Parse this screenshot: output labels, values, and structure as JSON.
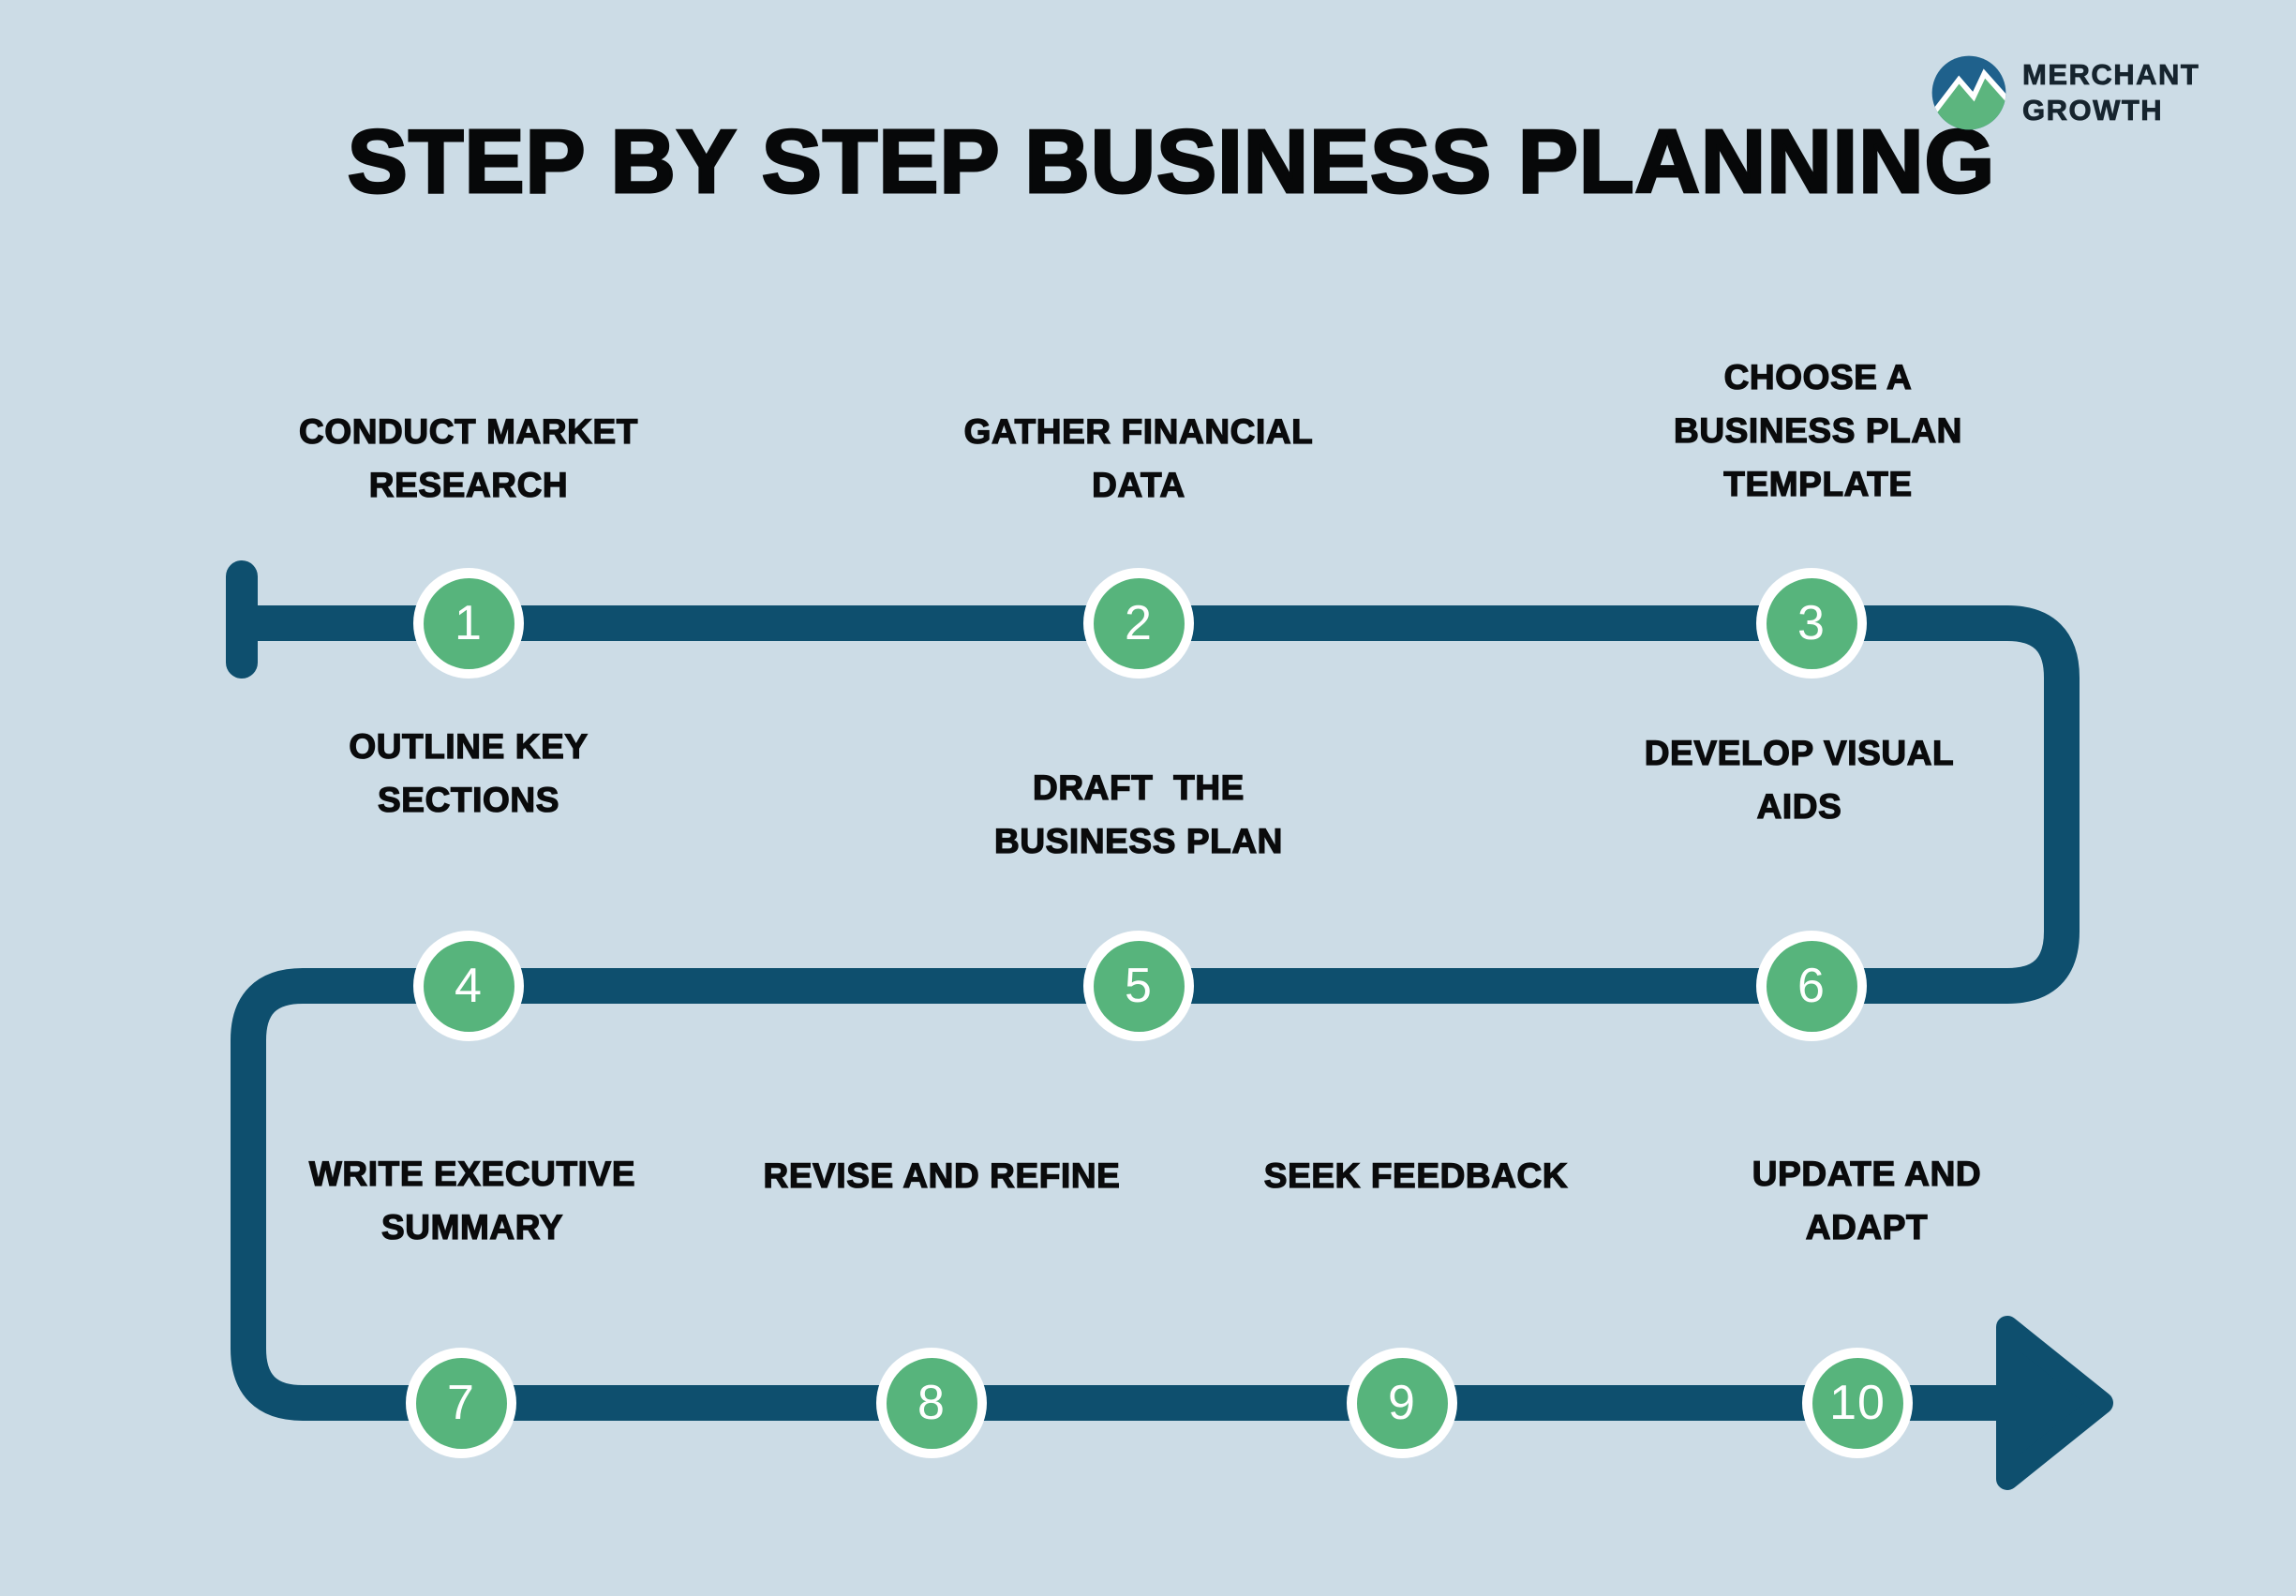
{
  "title": "STEP BY STEP BUSINESS PLANNING",
  "logo": {
    "line1": "MERCHANT",
    "line2": "GROWTH"
  },
  "steps": [
    {
      "number": "1",
      "label": "CONDUCT MARKET\nRESEARCH"
    },
    {
      "number": "2",
      "label": "GATHER FINANCIAL\nDATA"
    },
    {
      "number": "3",
      "label": "CHOOSE A\nBUSINESS PLAN\nTEMPLATE"
    },
    {
      "number": "4",
      "label": "OUTLINE KEY\nSECTIONS"
    },
    {
      "number": "5",
      "label": "DRAFT  THE\nBUSINESS PLAN"
    },
    {
      "number": "6",
      "label": "DEVELOP VISUAL\nAIDS"
    },
    {
      "number": "7",
      "label": "WRITE EXECUTIVE\nSUMMARY"
    },
    {
      "number": "8",
      "label": "REVISE AND REFINE"
    },
    {
      "number": "9",
      "label": "SEEK FEEDBACK"
    },
    {
      "number": "10",
      "label": "UPDATE AND\nADAPT"
    }
  ],
  "colors": {
    "background": "#ccdce6",
    "timeline": "#0e4f6e",
    "step_circle_fill": "#57b47c",
    "step_circle_ring": "#ffffff",
    "step_number_text": "#ffffff",
    "label_text": "#0a0b0c",
    "logo_blue": "#1f618c",
    "logo_green": "#5cb57e",
    "logo_text": "#16242e"
  }
}
